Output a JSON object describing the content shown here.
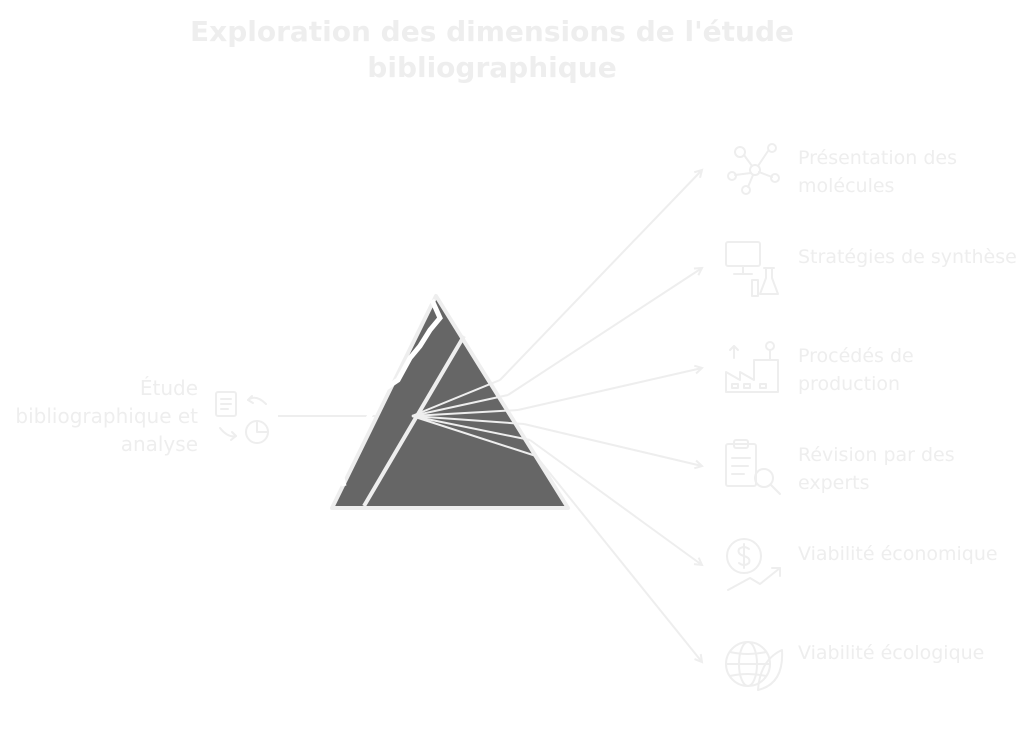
{
  "title": "Exploration des dimensions de l'étude bibliographique",
  "input": {
    "label": "Étude bibliographique et analyse",
    "icon": "document-to-chart-icon"
  },
  "outputs": [
    {
      "label": "Présentation des molécules",
      "icon": "molecule-network-icon"
    },
    {
      "label": "Stratégies de synthèse",
      "icon": "computer-flask-icon"
    },
    {
      "label": "Procédés de production",
      "icon": "factory-icon"
    },
    {
      "label": "Révision par des experts",
      "icon": "clipboard-magnifier-icon"
    },
    {
      "label": "Viabilité économique",
      "icon": "dollar-growth-icon"
    },
    {
      "label": "Viabilité écologique",
      "icon": "globe-leaf-icon"
    }
  ],
  "colors": {
    "prism_fill": "#666666",
    "prism_outline": "#eeeeee",
    "text": "#eeeeee",
    "lines": "#eeeeee"
  }
}
